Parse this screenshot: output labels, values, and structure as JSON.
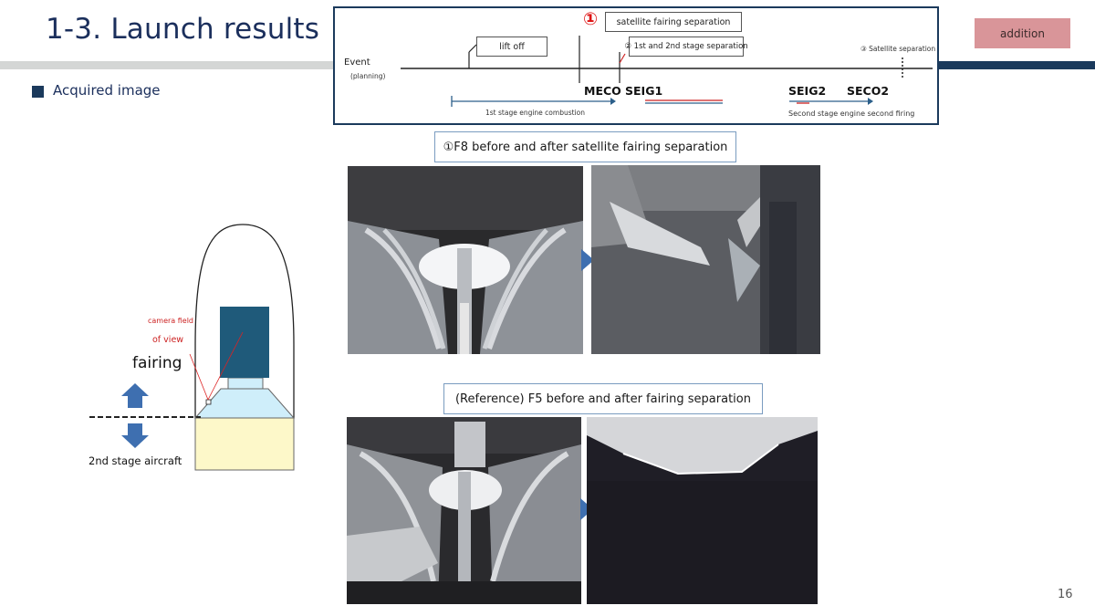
{
  "slide": {
    "title": "1-3. Launch results",
    "tag": "addition",
    "bullet": "Acquired image",
    "page_number": "16"
  },
  "timeline": {
    "event_label": "Event",
    "planning_label": "(planning)",
    "marker": "①",
    "boxes": {
      "fairing_sep": "satellite fairing separation",
      "liftoff": "lift off",
      "stage_sep": "② 1st and 2nd stage separation"
    },
    "sat_sep": "③ Satellite separation",
    "events": [
      "MECO",
      "SEIG1",
      "SEIG2",
      "SECO2"
    ],
    "combustion_1": "1st stage engine combustion",
    "combustion_2": "Second stage engine second firing"
  },
  "captions": {
    "f8": "①F8 before and after satellite fairing separation",
    "f5": "(Reference) F5 before and after fairing separation"
  },
  "diagram": {
    "camera_label_1": "camera field",
    "camera_label_2": "of view",
    "fairing": "fairing",
    "stage2": "2nd stage aircraft"
  }
}
